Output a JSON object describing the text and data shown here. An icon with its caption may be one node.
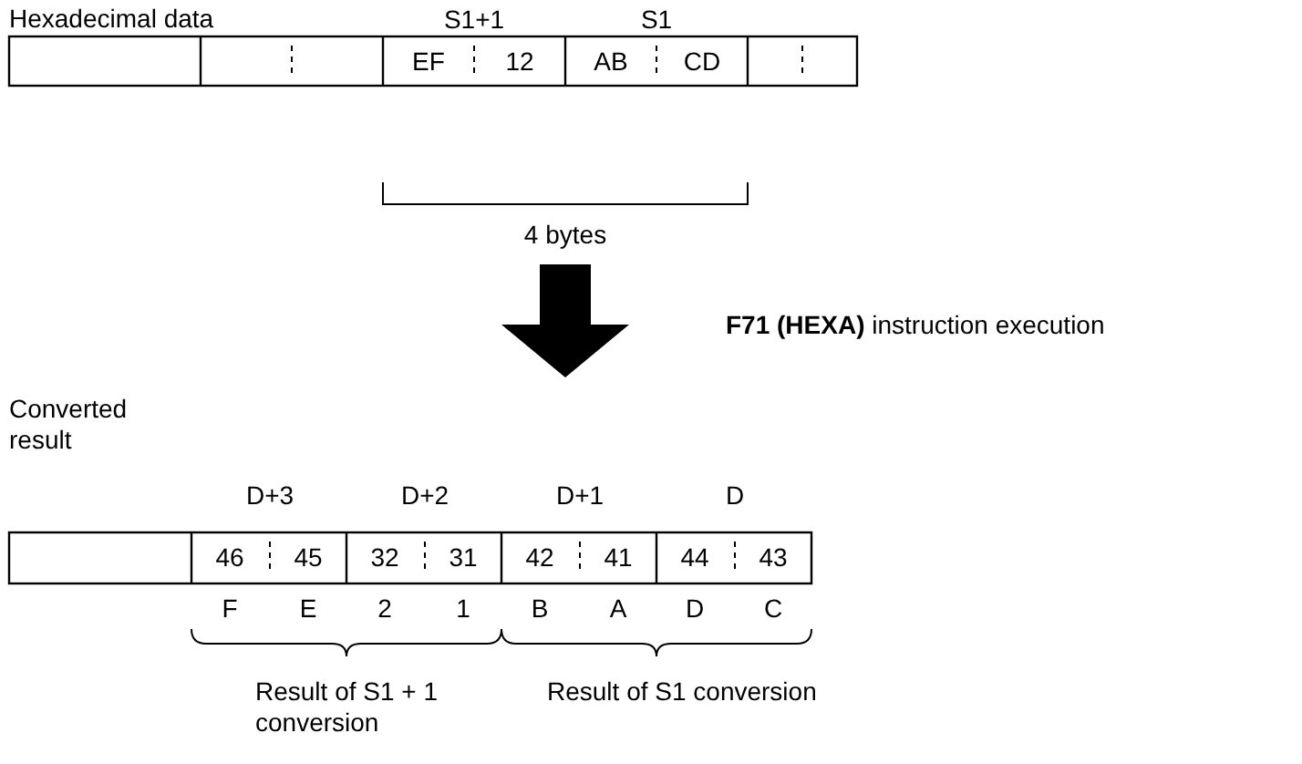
{
  "diagram": {
    "labels": [
      "Hexadecimal data",
      "S1+1",
      "S1",
      "EF",
      "12",
      "AB",
      "CD",
      "4 bytes",
      "**F71 (HEXA)** instruction execution",
      "Converted result",
      "D+3",
      "D+2",
      "D+1",
      "D",
      "46",
      "45",
      "32",
      "31",
      "42",
      "41",
      "44",
      "43",
      "F",
      "E",
      "2",
      "1",
      "B",
      "A",
      "D",
      "C",
      "Result of S1 + 1 conversion",
      "Result of S1 conversion"
    ]
  }
}
